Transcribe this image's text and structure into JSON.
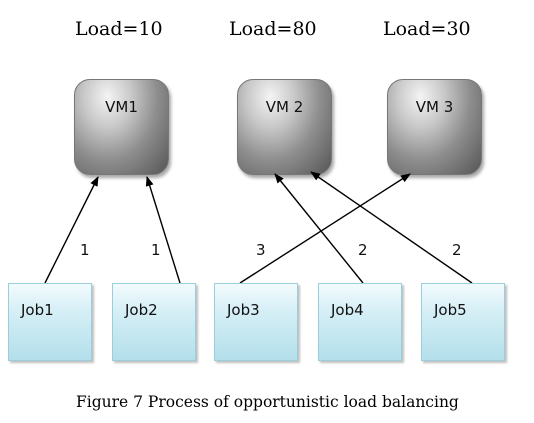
{
  "loads": [
    "Load=10",
    "Load=80",
    "Load=30"
  ],
  "vms": [
    "VM1",
    "VM 2",
    "VM 3"
  ],
  "jobs": [
    "Job1",
    "Job2",
    "Job3",
    "Job4",
    "Job5"
  ],
  "edges": [
    {
      "from": "Job1",
      "to": "VM1",
      "weight": "1"
    },
    {
      "from": "Job2",
      "to": "VM1",
      "weight": "1"
    },
    {
      "from": "Job3",
      "to": "VM 3",
      "weight": "3"
    },
    {
      "from": "Job4",
      "to": "VM 2",
      "weight": "2"
    },
    {
      "from": "Job5",
      "to": "VM 2",
      "weight": "2"
    }
  ],
  "caption": "Figure 7 Process of opportunistic load balancing"
}
